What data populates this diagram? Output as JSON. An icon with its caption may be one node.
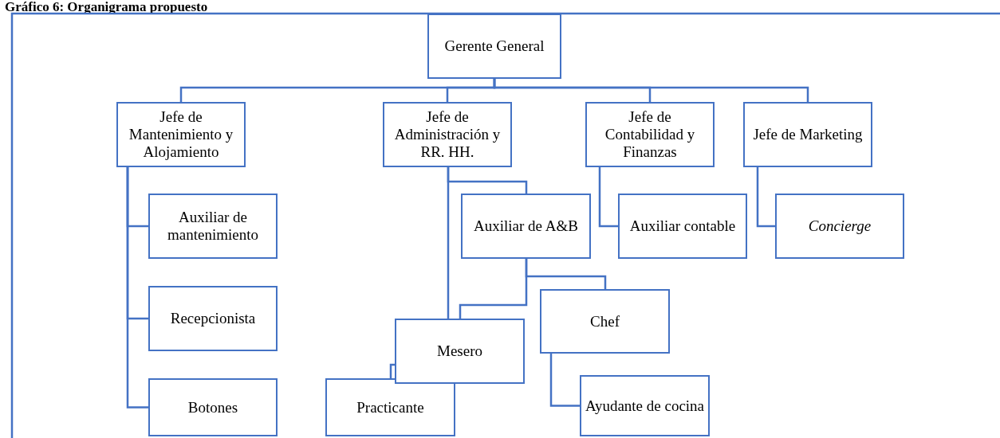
{
  "diagram": {
    "title": "Gráfico 6: Organigrama propuesto",
    "nodes": [
      {
        "text": [
          "Gerente General"
        ]
      },
      {
        "text": [
          "Jefe de Mantenimiento y Alojamiento"
        ]
      },
      {
        "text": [
          "Jefe de Administración y RR. HH."
        ]
      },
      {
        "text": [
          "Jefe de Contabilidad y Finanzas"
        ]
      },
      {
        "text": [
          "Jefe de Marketing"
        ]
      },
      {
        "text": [
          "Auxiliar de mantenimiento"
        ]
      },
      {
        "text": [
          "Recepcionista"
        ]
      },
      {
        "text": [
          "Botones"
        ]
      },
      {
        "text": [
          "Auxiliar de A&B"
        ]
      },
      {
        "text": [
          "Auxiliar contable"
        ]
      },
      {
        "text": [
          "Concierge"
        ]
      },
      {
        "text": [
          "Chef"
        ]
      },
      {
        "text": [
          "Mesero"
        ]
      },
      {
        "text": [
          "Practicante"
        ]
      },
      {
        "text": [
          "Ayudante de cocina"
        ]
      }
    ],
    "edges": [
      {
        "from": 0,
        "to": 1,
        "arrow": "none"
      },
      {
        "from": 0,
        "to": 2,
        "arrow": "none"
      },
      {
        "from": 0,
        "to": 3,
        "arrow": "none"
      },
      {
        "from": 0,
        "to": 4,
        "arrow": "none"
      },
      {
        "from": 1,
        "to": 5,
        "arrow": "none"
      },
      {
        "from": 1,
        "to": 6,
        "arrow": "none"
      },
      {
        "from": 1,
        "to": 7,
        "arrow": "none"
      },
      {
        "from": 2,
        "to": 8,
        "arrow": "none"
      },
      {
        "from": 2,
        "to": 12,
        "arrow": "none"
      },
      {
        "from": 3,
        "to": 9,
        "arrow": "none"
      },
      {
        "from": 4,
        "to": 10,
        "arrow": "none"
      },
      {
        "from": 8,
        "to": 11,
        "arrow": "none"
      },
      {
        "from": 8,
        "to": 12,
        "arrow": "none"
      },
      {
        "from": 12,
        "to": 13,
        "arrow": "none"
      },
      {
        "from": 11,
        "to": 14,
        "arrow": "none"
      }
    ]
  }
}
